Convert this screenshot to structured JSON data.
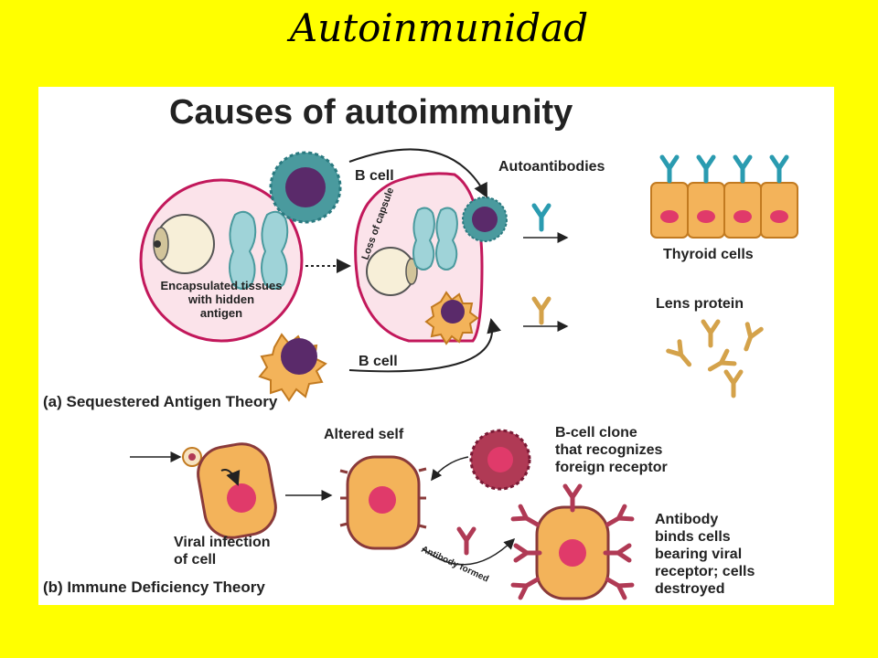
{
  "slide": {
    "title": "Autoinmunidad"
  },
  "figure": {
    "heading": "Causes of autoimmunity",
    "part_a": {
      "caption": "(a) Sequestered Antigen Theory",
      "encapsulated_label": [
        "Encapsulated tissues",
        "with hidden",
        "antigen"
      ],
      "loss_of_capsule": "Loss of capsule",
      "b_cell_top": "B cell",
      "b_cell_bottom": "B cell",
      "autoantibodies": "Autoantibodies",
      "thyroid_cells": "Thyroid cells",
      "lens_protein": "Lens protein"
    },
    "part_b": {
      "caption": "(b) Immune Deficiency Theory",
      "altered_self": "Altered self",
      "bcell_clone": [
        "B-cell clone",
        "that recognizes",
        "foreign receptor"
      ],
      "viral_infection": [
        "Viral infection",
        "of cell"
      ],
      "antibody_formed": "Antibody formed",
      "antibody_binds": [
        "Antibody",
        "binds cells",
        "bearing viral",
        "receptor; cells",
        "destroyed"
      ]
    }
  },
  "colors": {
    "background": "#ffff00",
    "capsule_fill": "#fbe3ea",
    "capsule_stroke": "#c2185b",
    "cell_fill": "#f3b35a",
    "nucleus": "#e03a6a",
    "bcell_body": "#4a9a9e",
    "bcell_nucleus": "#5a2a6a",
    "antibody_teal": "#2a9bb0",
    "antibody_tan": "#d4a24a",
    "antibody_red": "#b03a55"
  }
}
